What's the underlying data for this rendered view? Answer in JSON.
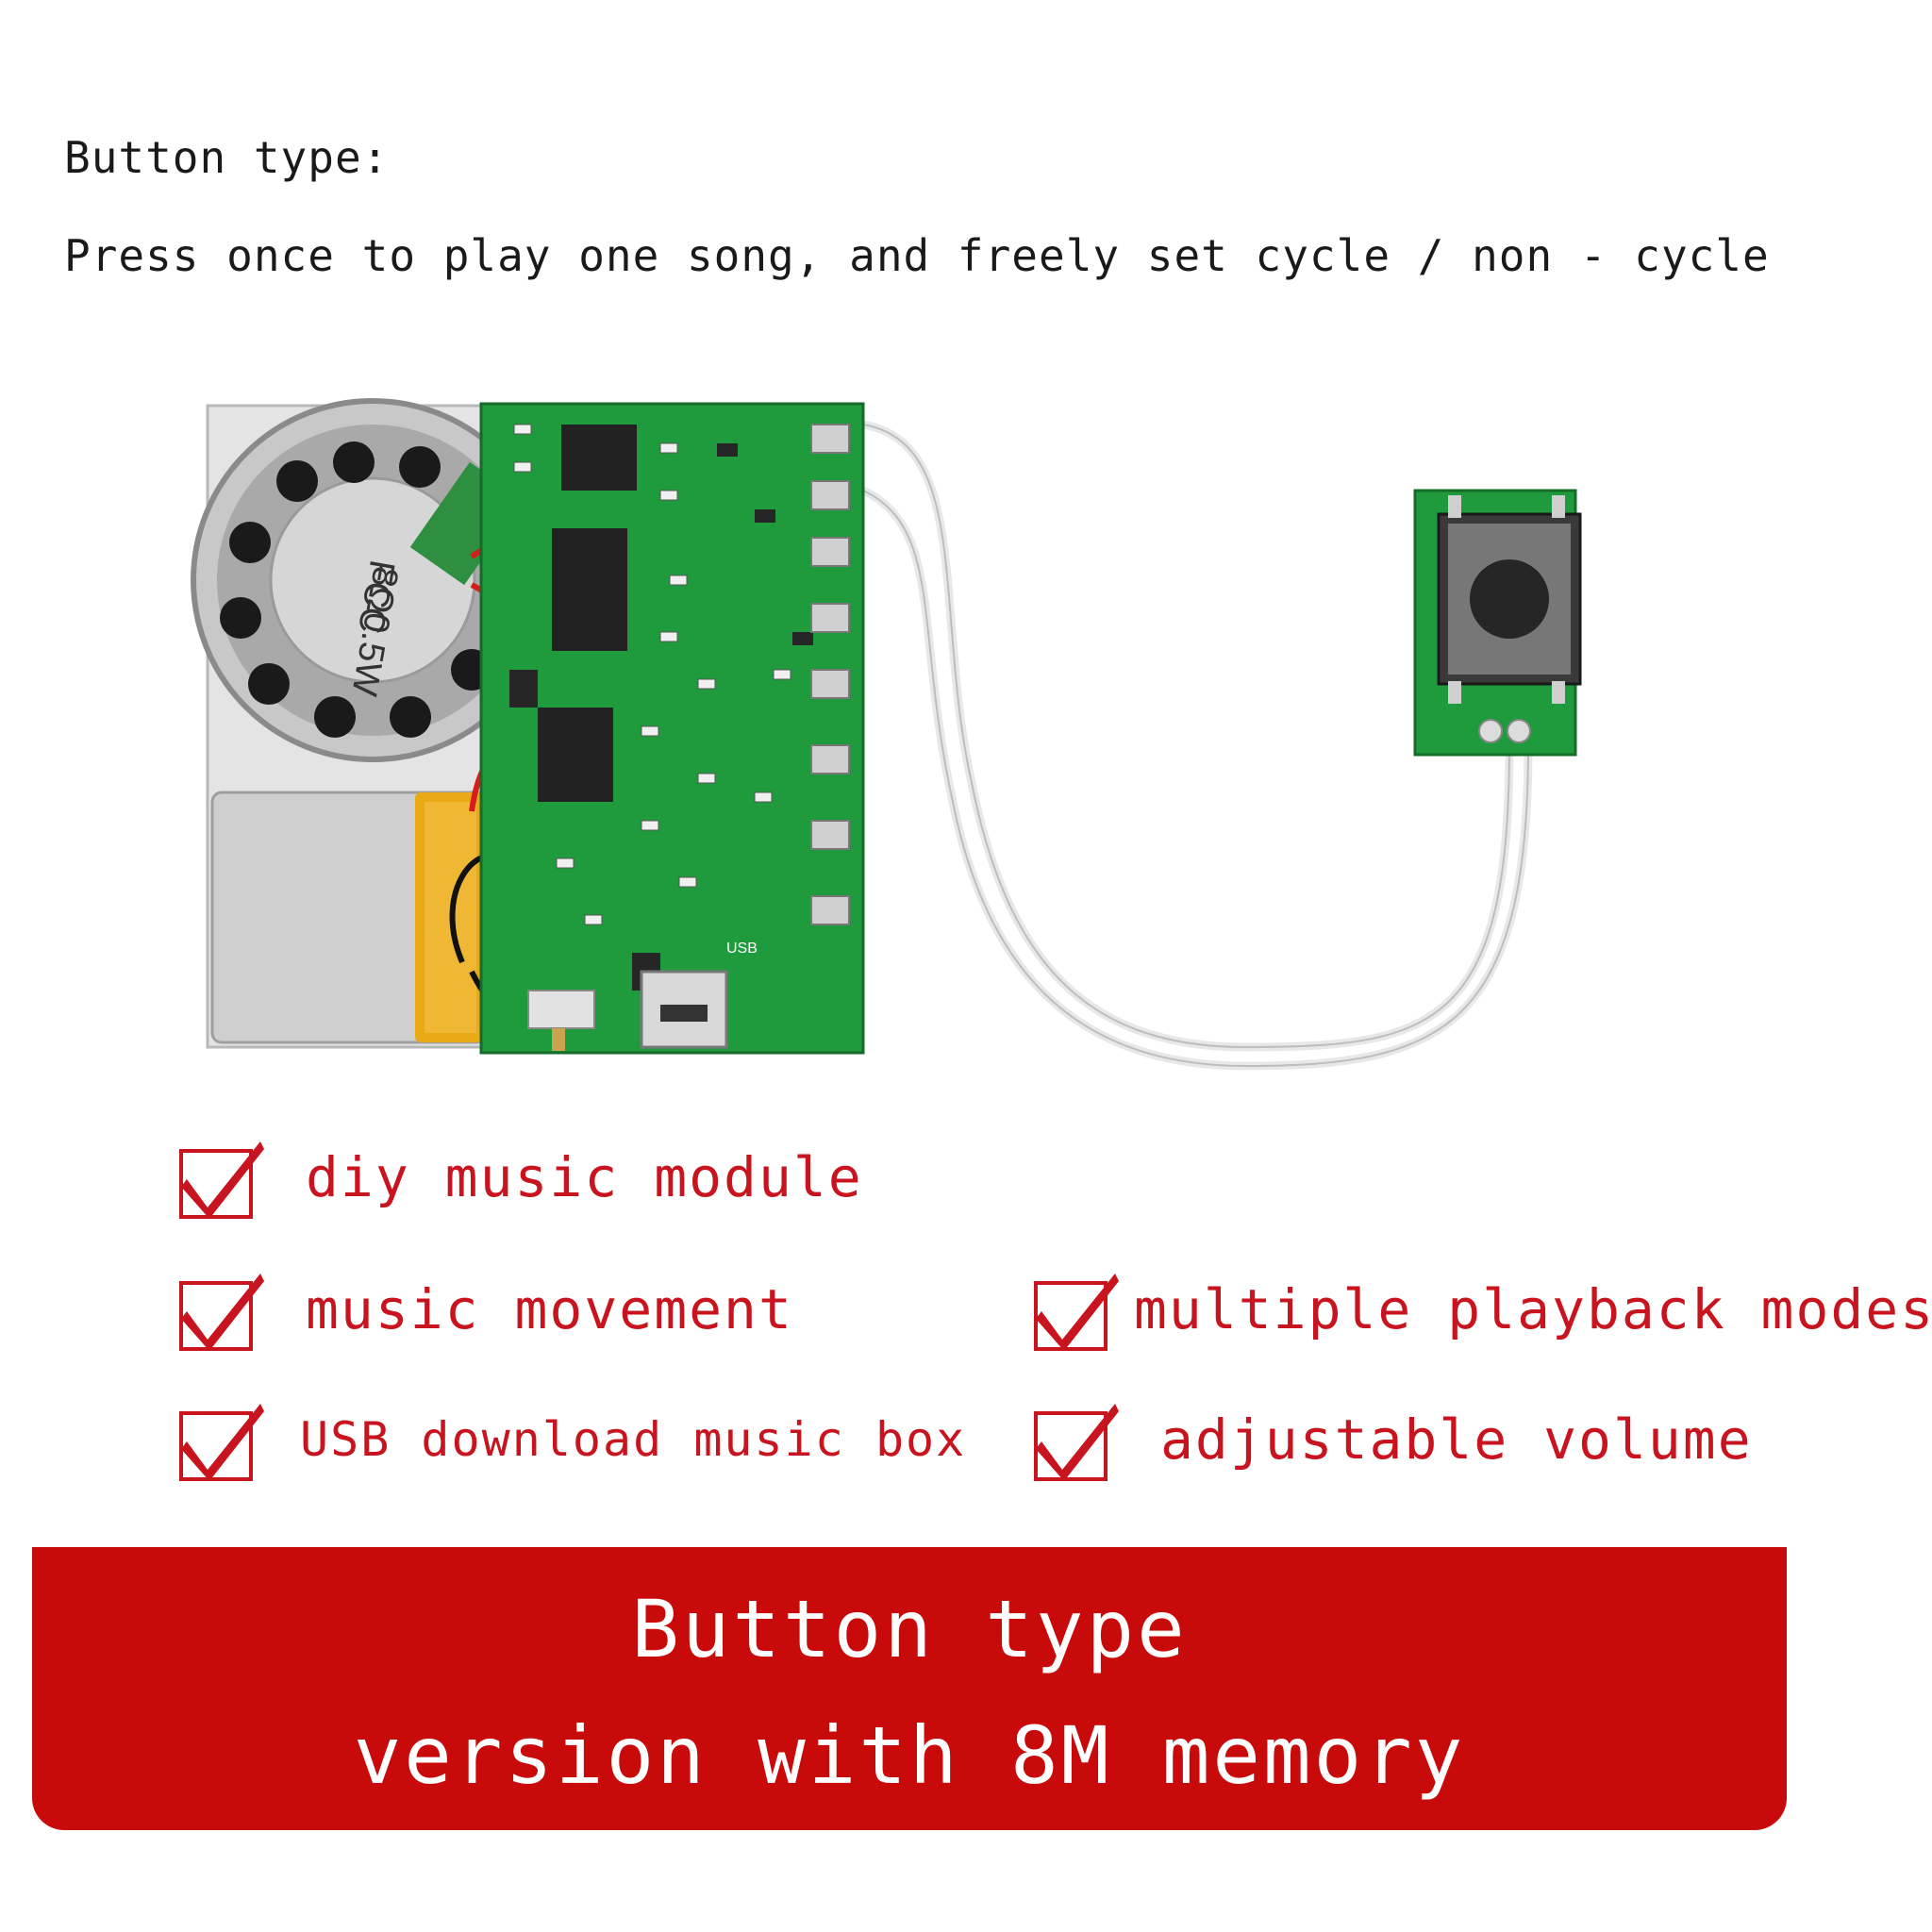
{
  "intro": {
    "heading": "Button type:",
    "description": "Press once to play one song, and freely set cycle / non - cycle"
  },
  "product_image": {
    "speaker_marking_line1": "FCC",
    "speaker_marking_line2": "8Ω0.5W",
    "board_label_usb": "USB"
  },
  "features": [
    {
      "label": "diy music module",
      "icon": "check-icon"
    },
    {
      "label": "music movement",
      "icon": "check-icon"
    },
    {
      "label": "multiple playback modes",
      "icon": "check-icon"
    },
    {
      "label": "USB download music box",
      "icon": "check-icon"
    },
    {
      "label": "adjustable volume",
      "icon": "check-icon"
    }
  ],
  "banner": {
    "line1": "Button type",
    "line2": "version with 8M memory"
  },
  "colors": {
    "accent_red": "#c8141e",
    "banner_red": "#c80a0a",
    "pcb_green": "#1f9a3c"
  }
}
